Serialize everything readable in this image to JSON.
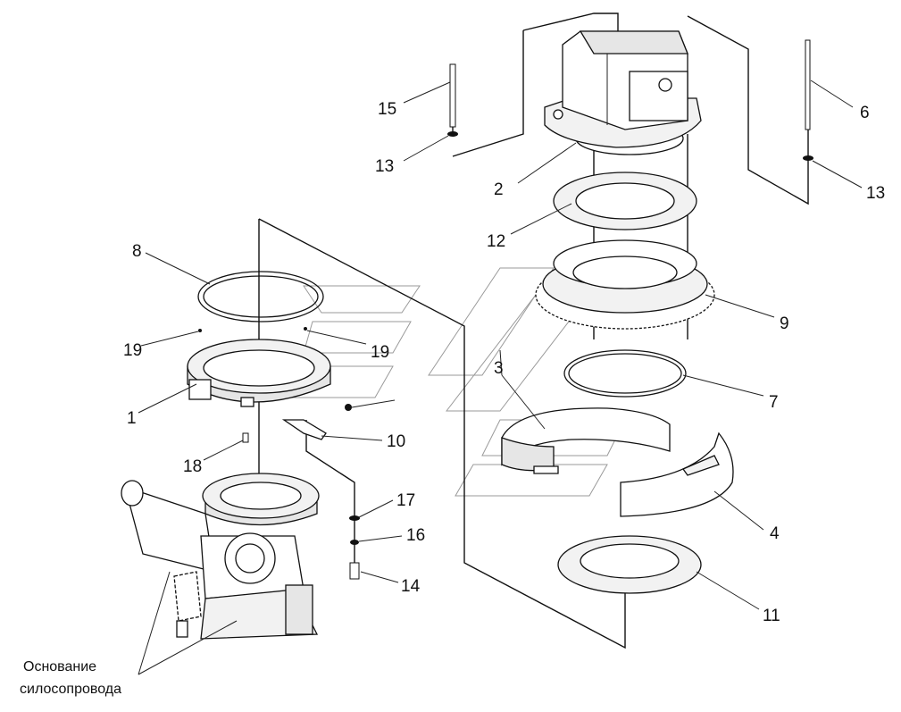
{
  "callouts": {
    "p1": "1",
    "p2": "2",
    "p3": "3",
    "p4": "4",
    "p6": "6",
    "p7": "7",
    "p8": "8",
    "p9": "9",
    "p10": "10",
    "p11": "11",
    "p12": "12",
    "p13a": "13",
    "p13b": "13",
    "p14": "14",
    "p15": "15",
    "p16": "16",
    "p17": "17",
    "p18": "18",
    "p19a": "19",
    "p19b": "19"
  },
  "caption": {
    "line1": "Основание",
    "line2": "силосопровода"
  },
  "colors": {
    "line": "#111111",
    "fill": "#ffffff",
    "shade": "#e6e6e6",
    "ghost": "#9a9a9a"
  }
}
